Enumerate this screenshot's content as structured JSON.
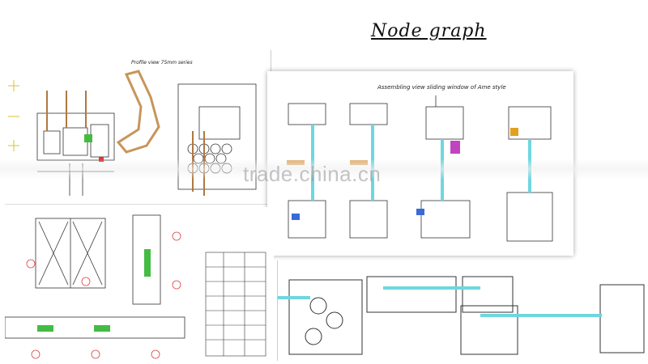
{
  "header": {
    "title": "Node graph"
  },
  "profile_panel": {
    "caption": "Profile view 75mm series"
  },
  "assembly_panel": {
    "caption": "Assembling view sliding window of Ame style"
  },
  "watermark": {
    "text": "trade.china.cn"
  },
  "colors": {
    "line": "#333333",
    "glass": "#6fd6e0",
    "accent": "#c8955a",
    "green": "#44bb44",
    "red": "#d33",
    "magenta": "#c044c0"
  }
}
